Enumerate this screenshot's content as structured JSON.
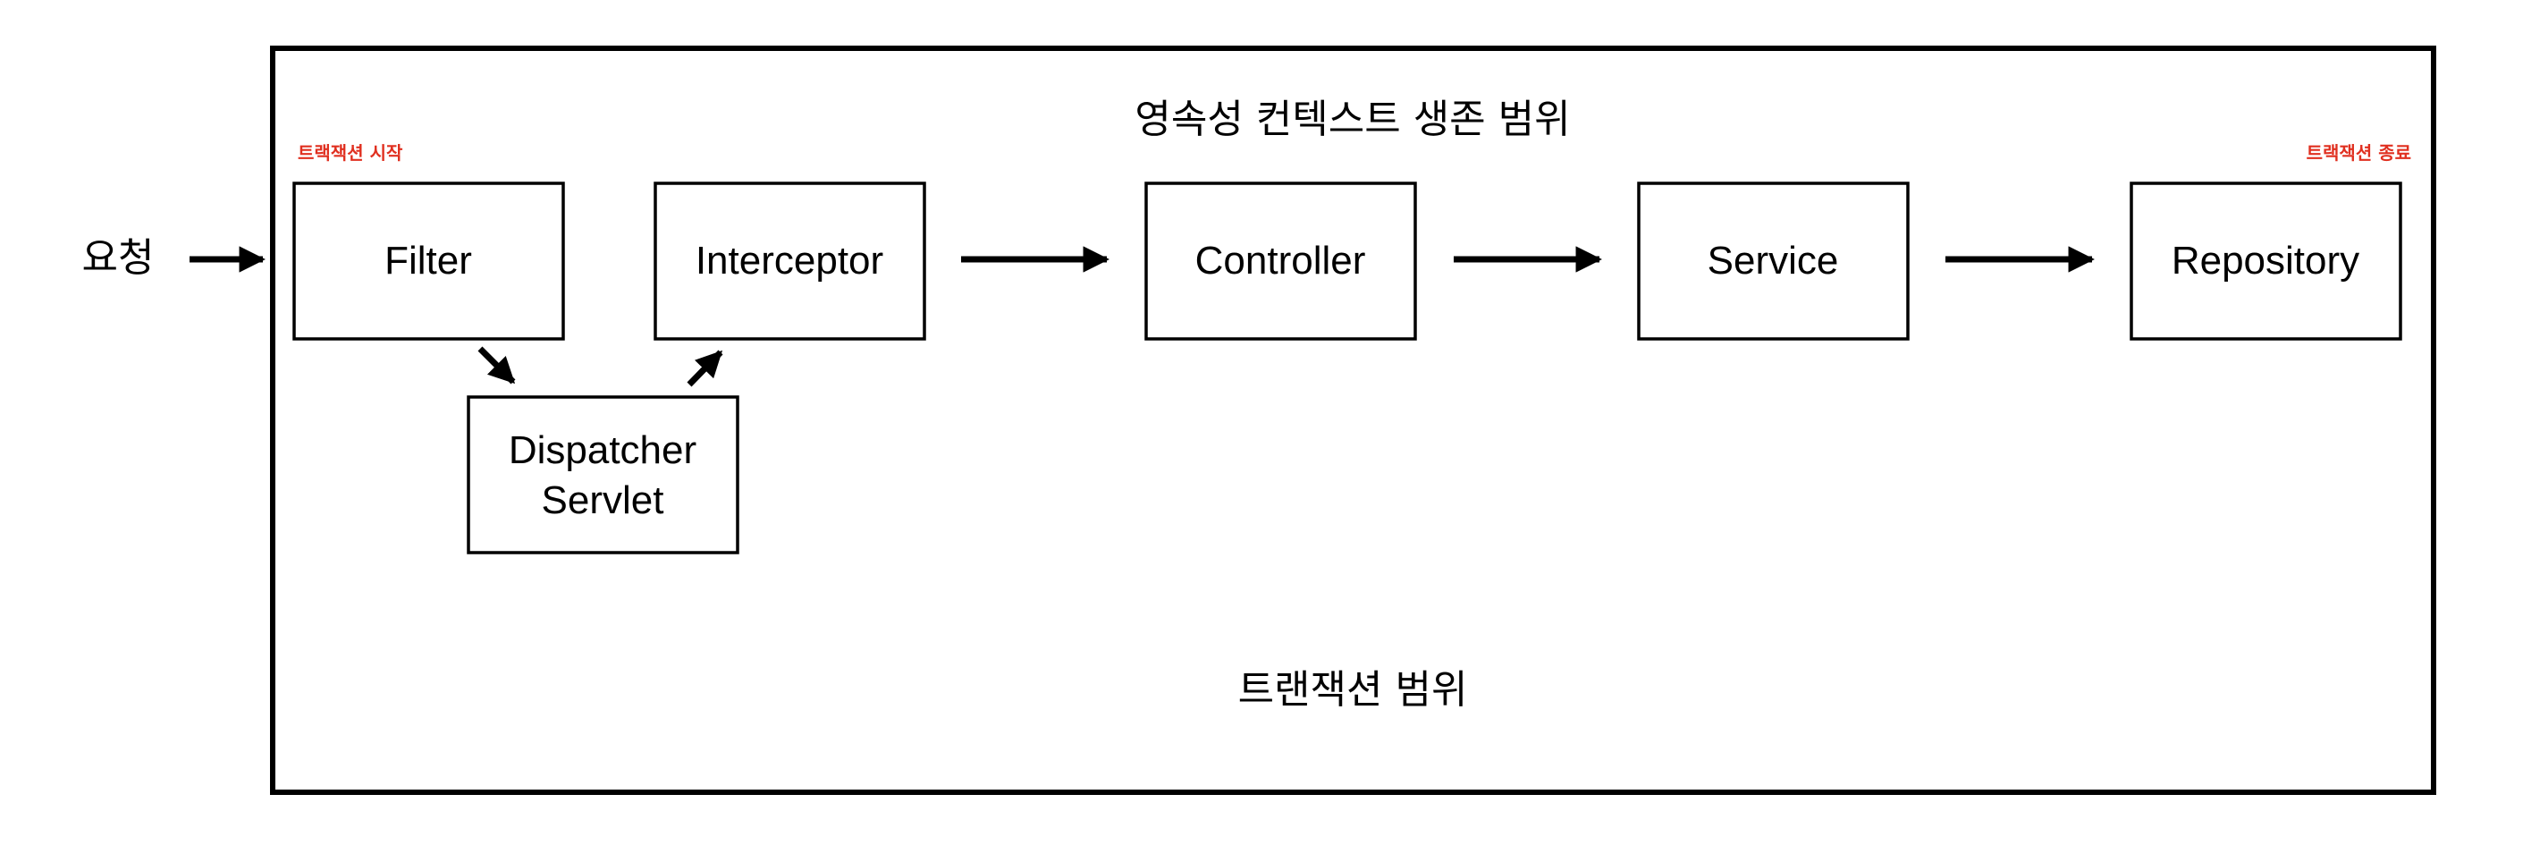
{
  "colors": {
    "frame": "#000000",
    "note": "#e03020",
    "text": "#000000",
    "background": "#ffffff"
  },
  "diagram": {
    "request_label": "요청",
    "persistence_context_scope_label": "영속성 컨텍스트 생존 범위",
    "transaction_scope_label": "트랜잭션 범위",
    "transaction_start_label": "트랙잭션 시작",
    "transaction_end_label": "트랙잭션 종료",
    "nodes": {
      "filter": "Filter",
      "dispatcher_line1": "Dispatcher",
      "dispatcher_line2": "Servlet",
      "interceptor": "Interceptor",
      "controller": "Controller",
      "service": "Service",
      "repository": "Repository"
    }
  }
}
